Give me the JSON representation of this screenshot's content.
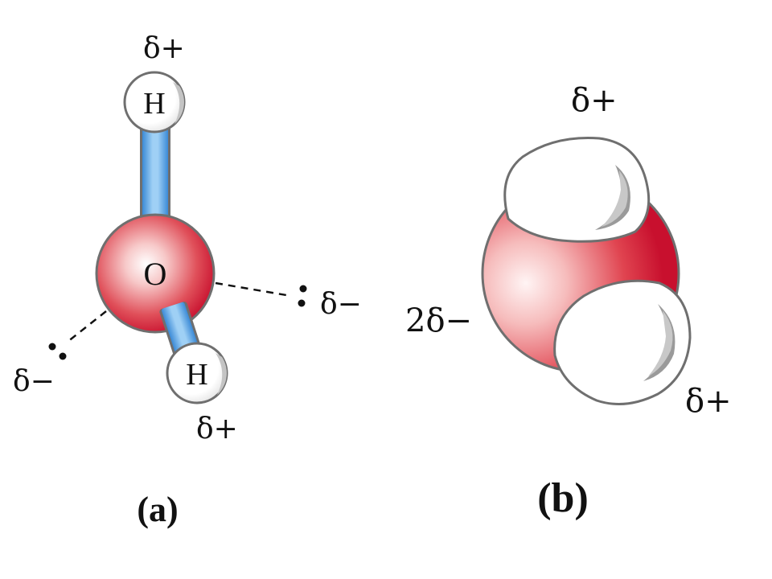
{
  "panels": {
    "a": {
      "label": "(a)",
      "atoms": {
        "oxygen": "O",
        "hydrogen_top": "H",
        "hydrogen_bottom": "H"
      },
      "charges": {
        "top_h": "δ+",
        "bottom_h": "δ+",
        "lone_pair_right": "δ−",
        "lone_pair_left": "δ−"
      }
    },
    "b": {
      "label": "(b)",
      "charges": {
        "top_h": "δ+",
        "bottom_h": "δ+",
        "oxygen": "2δ−"
      }
    }
  },
  "colors": {
    "oxygen": "#d8283a",
    "bond": "#4a9ee0",
    "outline": "#6f6f6f",
    "hydrogen": "#ffffff"
  }
}
